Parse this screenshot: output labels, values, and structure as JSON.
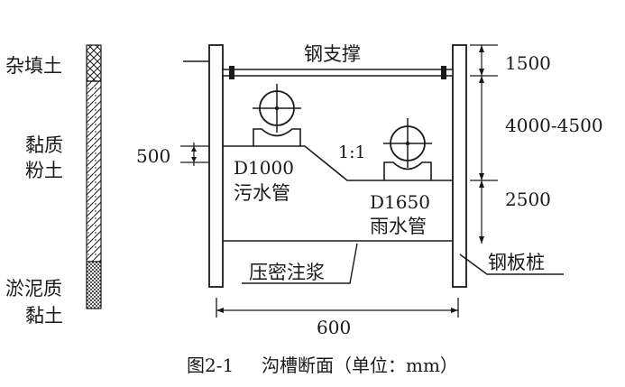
{
  "soil_layers": {
    "fill": "杂填土",
    "silty_clay_1": "黏质",
    "silty_clay_2": "粉土",
    "mud_clay_1": "淤泥质",
    "mud_clay_2": "黏土"
  },
  "labels": {
    "steel_strut": "钢支撑",
    "sewer_size": "D1000",
    "sewer_name": "污水管",
    "storm_size": "D1650",
    "storm_name": "雨水管",
    "slope": "1:1",
    "grouting": "压密注浆",
    "sheet_pile": "钢板桩"
  },
  "dimensions": {
    "top": "1500",
    "middle": "4000-4500",
    "bottom": "2500",
    "left_step": "500",
    "width": "600"
  },
  "caption": {
    "number": "图2-1",
    "title": "沟槽断面（单位：mm）"
  },
  "colors": {
    "ink": "#1a1a1a"
  }
}
